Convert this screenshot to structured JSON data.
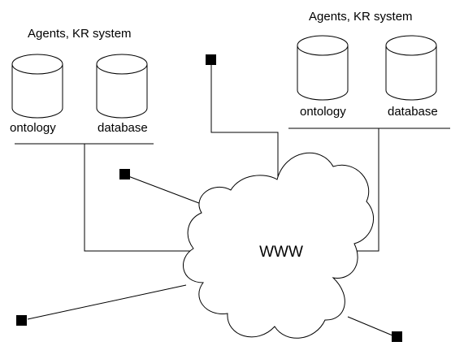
{
  "left_site": {
    "title": "Agents, KR system",
    "stores": [
      "ontology",
      "database"
    ]
  },
  "right_site": {
    "title": "Agents, KR system",
    "stores": [
      "ontology",
      "database"
    ]
  },
  "network": {
    "label": "WWW"
  }
}
